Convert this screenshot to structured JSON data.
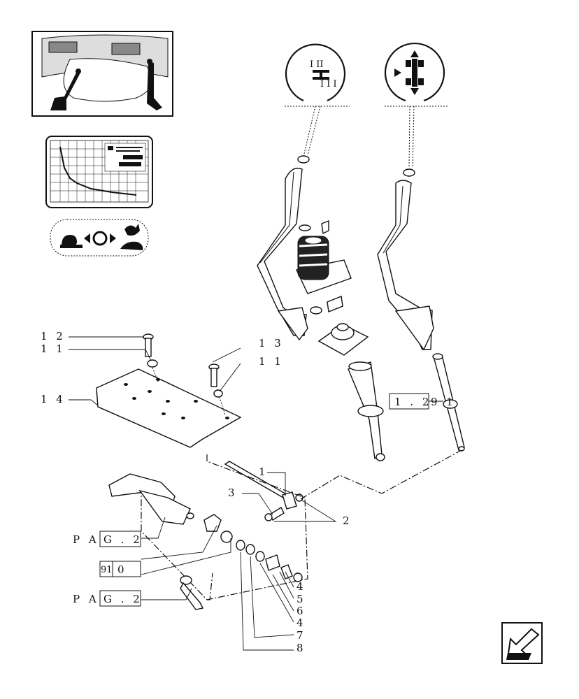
{
  "callouts": {
    "c12": "1 2",
    "c11a": "1 1",
    "c13": "1 3",
    "c11b": "1 1",
    "c14": "1 4",
    "c1": "1",
    "c3": "3",
    "c2": "2",
    "c4a": "4",
    "c5": "5",
    "c6": "6",
    "c4b": "4",
    "c7": "7",
    "c8": "8"
  },
  "refs": {
    "ref129_box": "1 . 2",
    "ref129_suffix": "9 1",
    "pag1_prefix": "P A",
    "pag1_box": "G . 2",
    "ref910_box_a": "91",
    "ref910_box_b": "0",
    "pag2_prefix": "P A",
    "pag2_box": "G . 2"
  },
  "symbols": {
    "gear_range_top": "I  II",
    "gear_range_bottom": "I  I  I"
  },
  "icons": [
    "tractor-front-icon",
    "speed-chart-icon",
    "speed-range-icon",
    "gear-shift-symbol-icon",
    "four-wheel-drive-icon",
    "navigation-arrow-icon"
  ]
}
